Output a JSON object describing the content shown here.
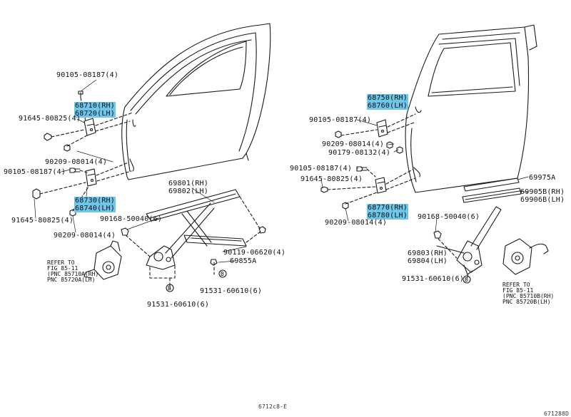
{
  "colors": {
    "highlight": "#6ec6ea",
    "line": "#1a1a1a"
  },
  "left": {
    "p90105_top": "90105-08187(4)",
    "p68710": "68710(RH)",
    "p68720": "68720(LH)",
    "p91645_top": "91645-80825(4)",
    "p90209_top": "90209-08014(4)",
    "p90105_mid": "90105-08187(4)",
    "p68730": "68730(RH)",
    "p68740": "68740(LH)",
    "p91645_bot": "91645-80825(4)",
    "p90209_bot": "90209-08014(4)",
    "p69801": "69801(RH)",
    "p69802": "69802(LH)",
    "p90168": "90168-50040(6)",
    "p90119": "90119-06620(4)",
    "p69855": "69855A",
    "p91531": "91531-60610(6)",
    "p91531_b": "91531-60610(6)",
    "refer_1": "REFER TO",
    "refer_2": "FIG 85-11",
    "refer_3": "(PNC 85710A(RH)",
    "refer_4": " PNC 85720A(LH)"
  },
  "right": {
    "p68750": "68750(RH)",
    "p68760": "68760(LH)",
    "p90105_top": "90105-08187(4)",
    "p90209_top": "90209-08014(4)",
    "p90179": "90179-08132(4)",
    "p90105_mid": "90105-08187(4)",
    "p91645": "91645-80825(4)",
    "p69975": "69975A",
    "p69905": "69905B(RH)",
    "p69906": "69906B(LH)",
    "p68770": "68770(RH)",
    "p68780": "68780(LH)",
    "p90209_bot": "90209-08014(4)",
    "p90168": "90168-50040(6)",
    "p69803": "69803(RH)",
    "p69804": "69804(LH)",
    "p91531": "91531-60610(6)",
    "refer_1": "REFER TO",
    "refer_2": "FIG 85-11",
    "refer_3": "(PNC 85710B(RH)",
    "refer_4": " PNC 85720B(LH)"
  },
  "markers": {
    "b": "B"
  },
  "footer": {
    "center": "6712c8-E",
    "right": "671288D"
  }
}
